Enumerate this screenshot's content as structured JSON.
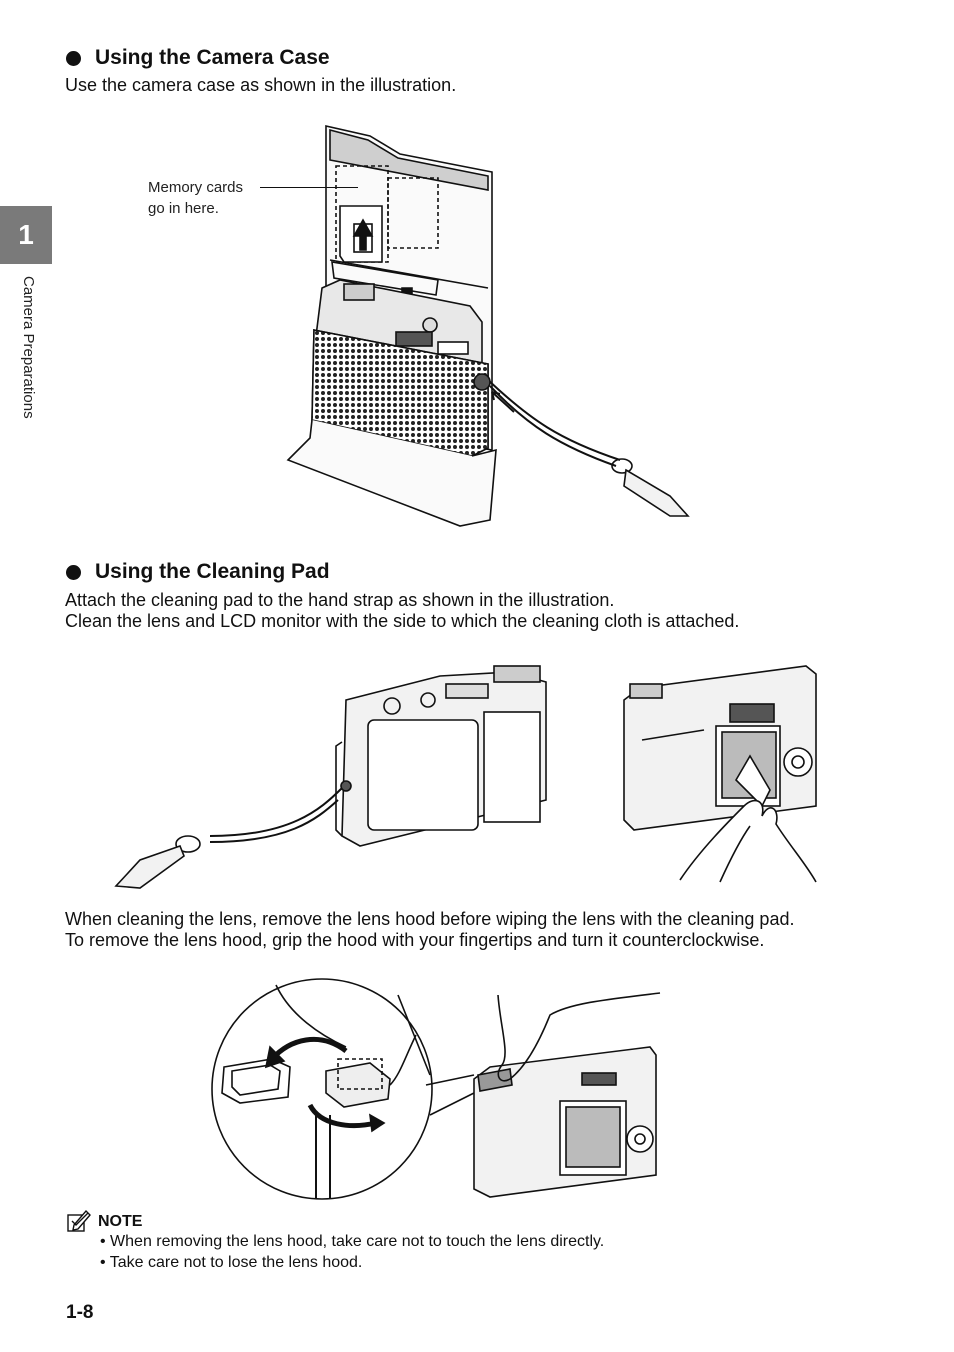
{
  "chapter_tab": "1",
  "side_label": "Camera Preparations",
  "section1": {
    "heading": "Using the Camera Case",
    "text": "Use the camera case as shown in the illustration.",
    "callout": [
      "Memory cards",
      "go in here."
    ]
  },
  "section2": {
    "heading": "Using the Cleaning Pad",
    "text": [
      "Attach the cleaning pad to the hand strap as shown in the illustration.",
      "Clean the lens and LCD monitor with the side to which the cleaning cloth is attached."
    ]
  },
  "lens_text": [
    "When cleaning the lens, remove the lens hood before wiping the lens with the cleaning pad.",
    "To remove the lens hood, grip the hood with your fingertips and turn it counterclockwise."
  ],
  "note": {
    "title": "NOTE",
    "items": [
      "• When removing the lens hood, take care not to touch the lens directly.",
      "• Take care not to lose the lens hood."
    ]
  },
  "page_number": "1-8",
  "icons": [
    "bullet-icon",
    "up-arrow-icon",
    "down-arrow-icon",
    "note-icon"
  ]
}
